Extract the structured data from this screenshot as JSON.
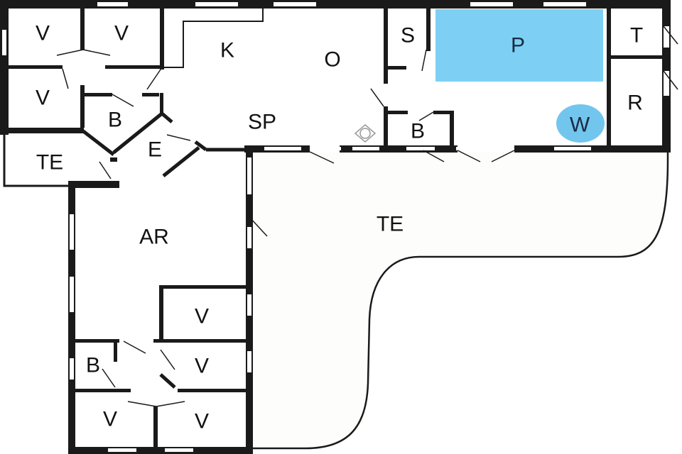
{
  "plan": {
    "background": "#ffffff",
    "wall_color": "#1a1a1a",
    "pool_color": "#7dd0f3",
    "whirlpool_color": "#72c6ee",
    "rooms": {
      "v1": "V",
      "v2": "V",
      "v3": "V",
      "b_left": "B",
      "te_left": "TE",
      "e": "E",
      "k": "K",
      "o": "O",
      "sp": "SP",
      "s": "S",
      "p": "P",
      "t": "T",
      "r": "R",
      "w": "W",
      "b_mid": "B",
      "te_main": "TE",
      "ar": "AR",
      "v4": "V",
      "v5": "V",
      "b_bottom": "B",
      "v6": "V",
      "v7": "V"
    },
    "icons": {
      "stove": "stove-icon"
    }
  }
}
